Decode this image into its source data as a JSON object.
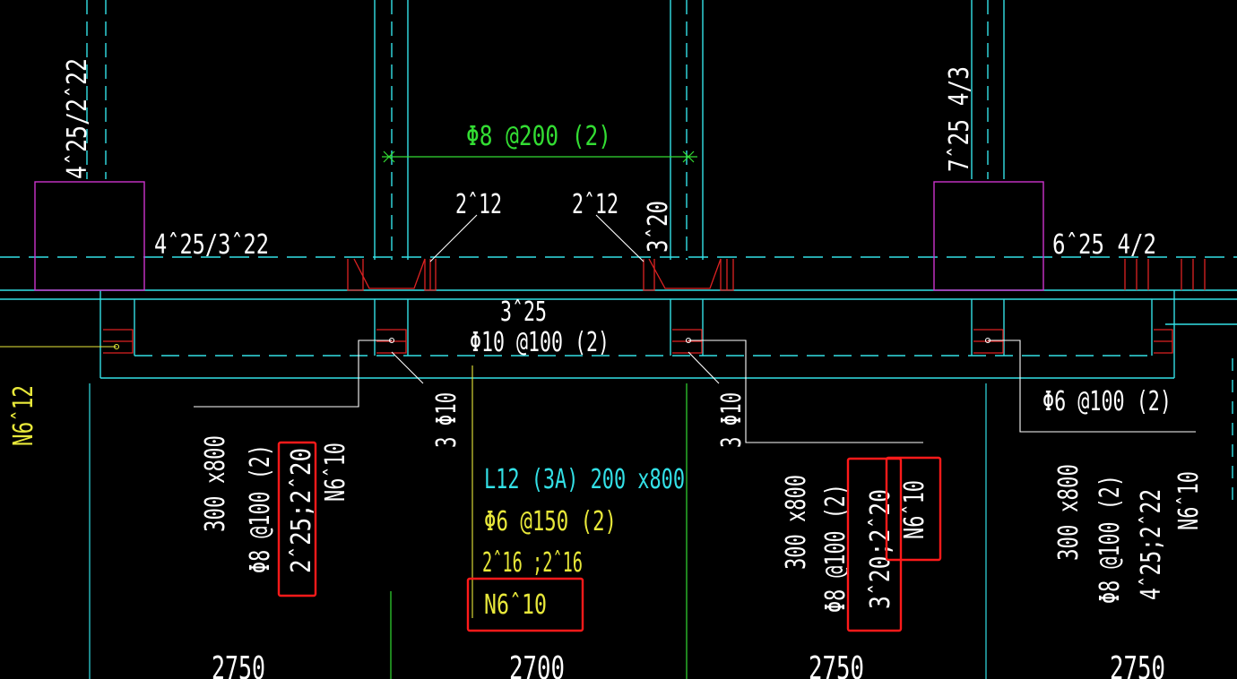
{
  "colors": {
    "background": "#000000",
    "cyan": "#33e0e6",
    "white": "#ffffff",
    "yellow": "#e8e83a",
    "green": "#33dd33",
    "magenta": "#cc33cc",
    "red": "#dd2222",
    "highlight_box": "#ff1a1a"
  },
  "labels": {
    "col1_top": "4ˆ25/2ˆ22",
    "col2_top": "7ˆ25 4/3",
    "green_stirrup": "Φ8 @200 (2)",
    "top_2_12_left": "2ˆ12",
    "top_2_12_right": "2ˆ12",
    "v_3_20": "3ˆ20",
    "left_4_25_3_22": "4ˆ25/3ˆ22",
    "right_6_25_4_2": "6ˆ25 4/2",
    "mid_3_25": "3ˆ25",
    "mid_phi10": "Φ10 @100 (2)",
    "right_phi6": "Φ6 @100 (2)",
    "left_n6_12": "N6ˆ12",
    "v_3phi10_left": "3 Φ10",
    "v_3phi10_right": "3 Φ10",
    "beam_a": {
      "size": "300 x800",
      "stirrup": "Φ8 @100 (2)",
      "rebar": "2ˆ25;2ˆ20",
      "waist": "N6ˆ10"
    },
    "beam_b": {
      "name": "L12 (3A)  200 x800",
      "stirrup": "Φ6 @150 (2)",
      "rebar": "2ˆ16 ;2ˆ16",
      "waist": "N6ˆ10"
    },
    "beam_c": {
      "size": "300 x800",
      "stirrup": "Φ8 @100 (2)",
      "rebar": "3ˆ20;2ˆ20",
      "waist": "N6ˆ10"
    },
    "beam_d": {
      "size": "300 x800",
      "stirrup": "Φ8 @100 (2)",
      "rebar": "4ˆ25;2ˆ22",
      "waist": "N6ˆ10"
    },
    "dim_1": "2750",
    "dim_2": "2700",
    "dim_3": "2750",
    "dim_4": "2750"
  }
}
